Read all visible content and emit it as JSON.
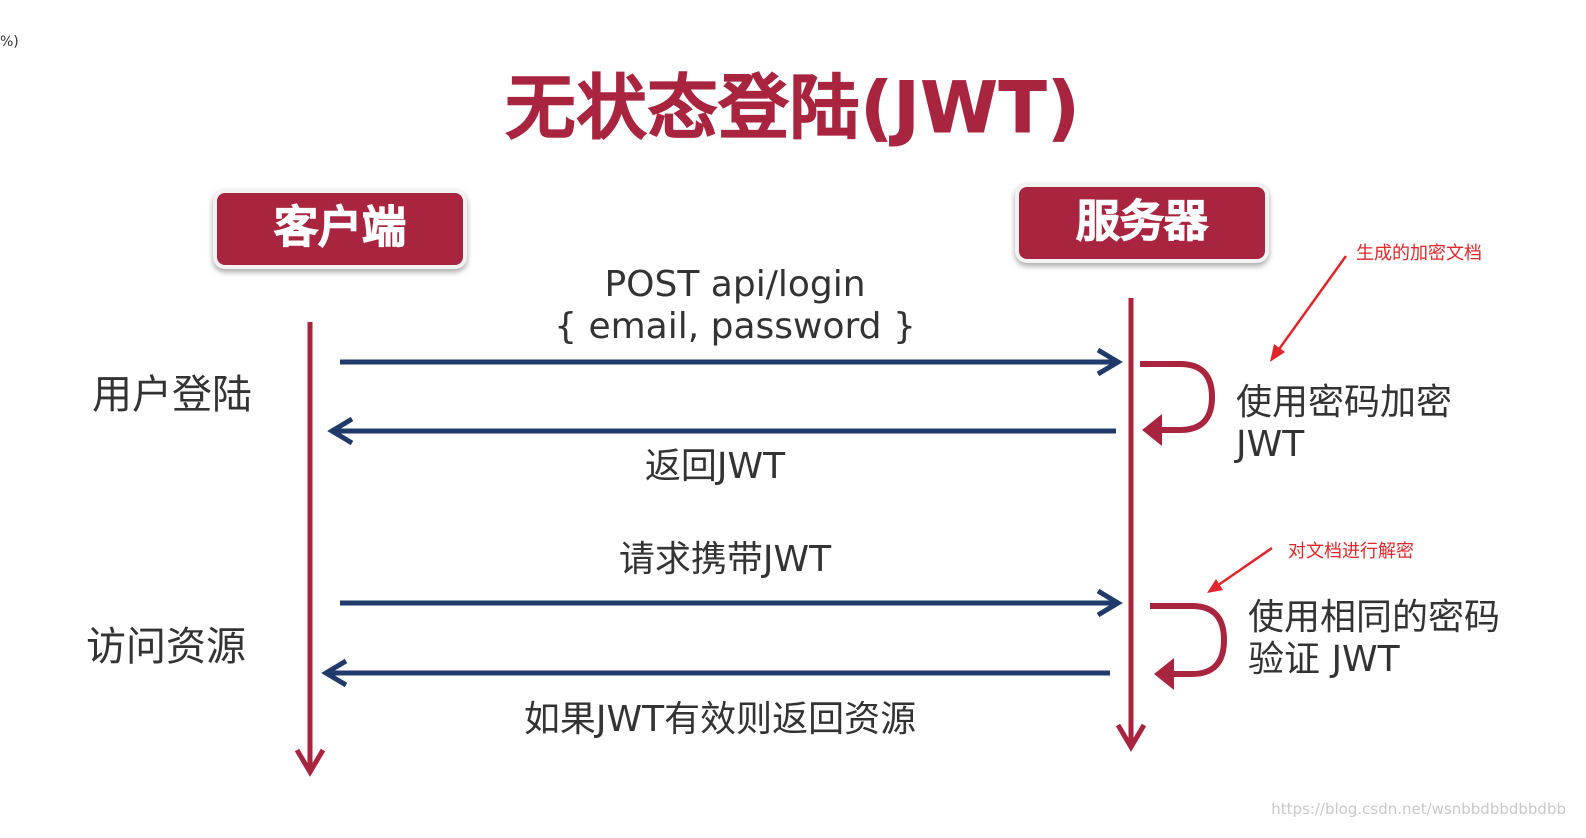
{
  "fragment": "%)",
  "title": "无状态登陆(JWT)",
  "actors": {
    "client": "客户端",
    "server": "服务器"
  },
  "messages": {
    "login_request": [
      "POST api/login",
      "{ email, password }"
    ],
    "login_response": "返回JWT",
    "resource_request": "请求携带JWT",
    "resource_response": "如果JWT有效则返回资源"
  },
  "phases": {
    "login": "用户登陆",
    "access": "访问资源"
  },
  "server_notes": {
    "encrypt": [
      "使用密码加密",
      "JWT"
    ],
    "verify": [
      "使用相同的密码",
      "验证 JWT"
    ]
  },
  "annotations": {
    "encrypt": "生成的加密文档",
    "decrypt": "对文档进行解密"
  },
  "watermark": "https://blog.csdn.net/wsnbbdbbdbbdbb",
  "colors": {
    "accent": "#a8243f",
    "arrow": "#1f3a6b",
    "annotation": "#e0262a"
  }
}
